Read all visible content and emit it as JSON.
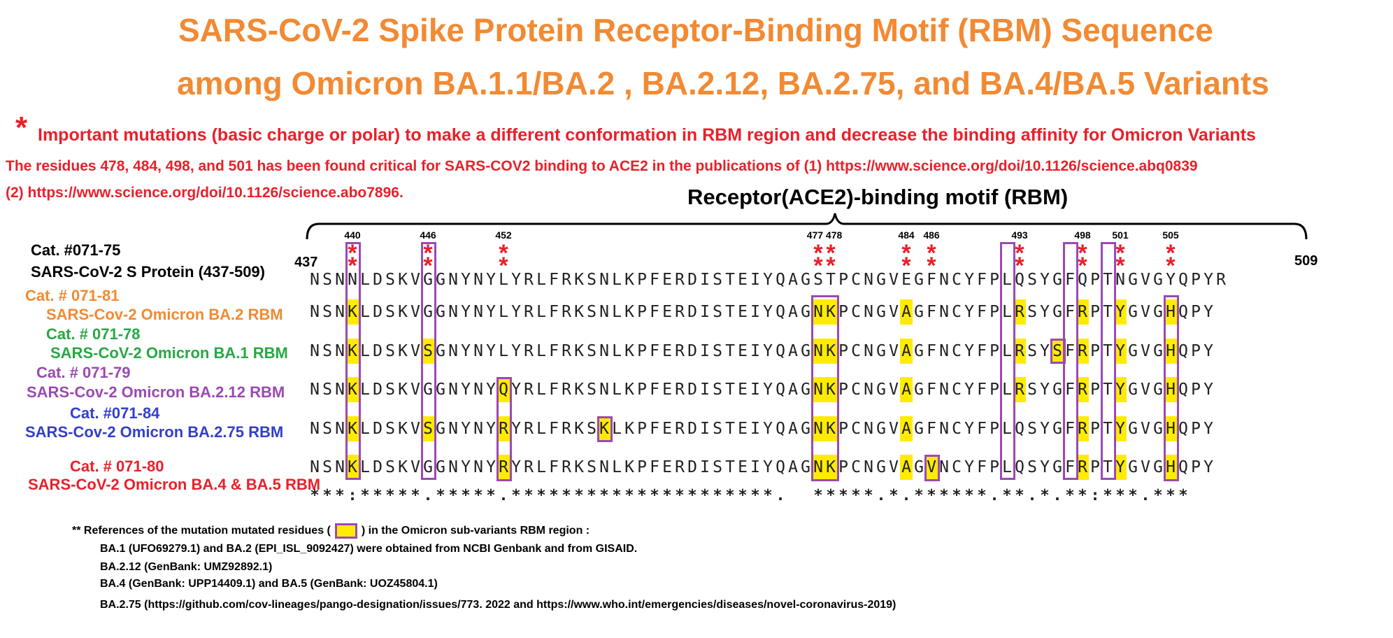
{
  "title_line1": "SARS-CoV-2 Spike Protein Receptor-Binding Motif (RBM)  Sequence",
  "title_line2": "among Omicron BA.1.1/BA.2 , BA.2.12, BA.2.75, and BA.4/BA.5 Variants",
  "note_star": "*",
  "note1": "Important mutations (basic charge or polar) to make a different conformation in RBM region and decrease the binding affinity for Omicron Variants",
  "note2": "The residues 478, 484, 498, and 501 has been found critical for SARS-COV2 binding to ACE2 in the publications of (1) https://www.science.org/doi/10.1126/science.abq0839",
  "note3": "(2) https://www.science.org/doi/10.1126/science.abo7896.",
  "rbm_heading": "Receptor(ACE2)-binding motif  (RBM)",
  "start_pos": "437",
  "end_pos": "509",
  "reference_sequence": "NSNNLDSKVGGNYNYLYRLFRKSNLKPFERDISTEIYQAGSTPCNGVEGFNCYFPLQSYGFQPTNGVGYQPYR",
  "sequences": [
    {
      "cat": "Cat. #071-75",
      "name": "SARS-CoV-2  S Protein (437-509)",
      "cat_color": "#000000",
      "name_color": "#000000",
      "seq": "NSNNLDSKVGGNYNYLYRLFRKSNLKPFERDISTEIYQAGSTPCNGVEGFNCYFPLQSYGFQPTNGVGYQPYR"
    },
    {
      "cat": "Cat. # 071-81",
      "name": "SARS-Cov-2 Omicron BA.2 RBM",
      "cat_color": "#f28a33",
      "name_color": "#f28a33",
      "seq": "NSNKLDSKVGGNYNYLYRLFRKSNLKPFERDISTEIYQAGNKPCNGVAGFNCYFPLRSYGFRPTYGVGHQPY"
    },
    {
      "cat": "Cat. # 071-78",
      "name": "SARS-CoV-2 Omicron BA.1   RBM",
      "cat_color": "#27a844",
      "name_color": "#27a844",
      "seq": "NSNKLDSKVSGNYNYLYRLFRKSNLKPFERDISTEIYQAGNKPCNGVAGFNCYFPLRSYSFRPTYGVGHQPY"
    },
    {
      "cat": "Cat. # 071-79",
      "name": "SARS-Cov-2  Omicron BA.2.12 RBM",
      "cat_color": "#9b49b3",
      "name_color": "#9b49b3",
      "seq": "NSNKLDSKVGGNYNYQYRLFRKSNLKPFERDISTEIYQAGNKPCNGVAGFNCYFPLRSYGFRPTYGVGHQPY"
    },
    {
      "cat": "Cat. #071-84",
      "name": "SARS-Cov-2  Omicron  BA.2.75 RBM",
      "cat_color": "#3340c8",
      "name_color": "#3340c8",
      "seq": "NSNKLDSKVSGNYNYRYRLFRKSKLKPFERDISTEIYQAGNKPCNGVAGFNCYFPLQSYGFRPTYGVGHQPY"
    },
    {
      "cat": "Cat. # 071-80",
      "name": "SARS-CoV-2 Omicron BA.4 &  BA.5 RBM",
      "cat_color": "#e8202a",
      "name_color": "#e8202a",
      "seq": "NSNKLDSKVGGNYNYRYRLFRKSNLKPFERDISTEIYQAGNKPCNGVAGVNCYFPLQSYGFRPTYGVGHQPY"
    }
  ],
  "positions": [
    "440",
    "446",
    "452",
    "477 478",
    "484",
    "486",
    "493",
    "498",
    "501",
    "505"
  ],
  "conservation": "***:*****.*****.*********************.  *****.*.******.**.*.**:***.***",
  "references": {
    "intro_prefix": "**   References of  the mutation mutated residues  (",
    "intro_suffix": ") in the Omicron sub-variants RBM region :",
    "line1": "BA.1 (UFO69279.1)  and BA.2 (EPI_ISL_9092427) were obtained from NCBI Genbank and from GISAID.",
    "line2": "BA.2.12 (GenBank: UMZ92892.1)",
    "line3": "BA.4 (GenBank: UPP14409.1) and BA.5 (GenBank: UOZ45804.1)",
    "line4": "BA.2.75 (https://github.com/cov-lineages/pango-designation/issues/773. 2022 and  https://www.who.int/emergencies/diseases/novel-coronavirus-2019)"
  },
  "colors": {
    "title": "#f28a33",
    "highlight": "#ffeb00",
    "box": "#9b49b3",
    "star": "#e8202a"
  }
}
